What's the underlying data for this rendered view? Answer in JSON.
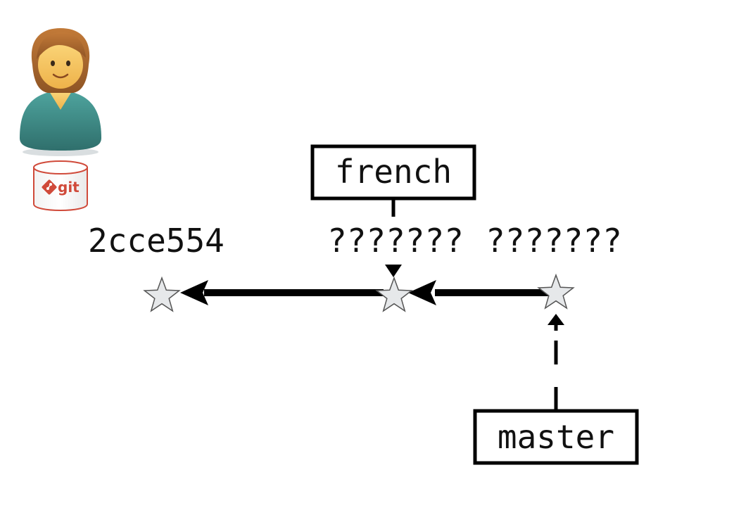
{
  "user": {
    "avatar_icon": "user-avatar-icon",
    "repo_icon": "git-database-icon",
    "repo_label": "git"
  },
  "commits": [
    {
      "id": "2cce554"
    },
    {
      "id": "???????"
    },
    {
      "id": "???????"
    }
  ],
  "branches": [
    {
      "name": "french"
    },
    {
      "name": "master"
    }
  ],
  "colors": {
    "line": "#000000",
    "star_fill": "#e6e8ea",
    "star_stroke": "#555555",
    "git_red": "#d04a3a",
    "skin": "#f6c45c",
    "hair": "#b06a2c",
    "shirt": "#3f8b86"
  }
}
